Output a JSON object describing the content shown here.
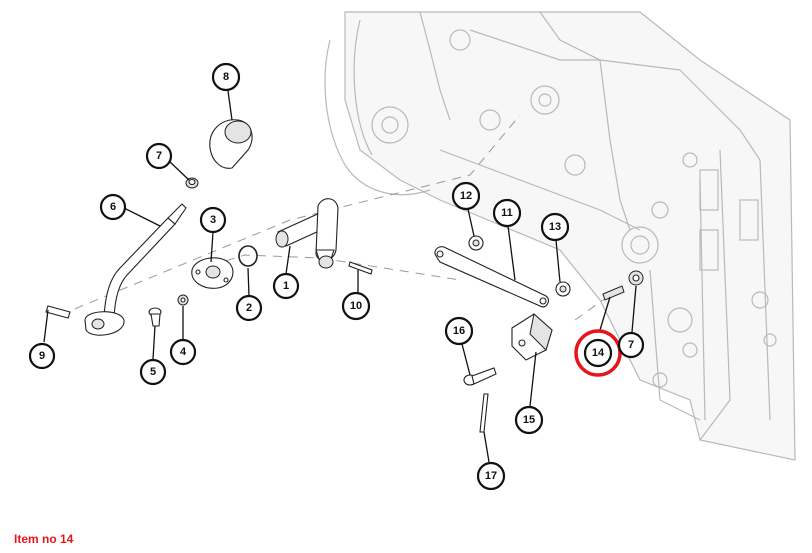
{
  "diagram": {
    "callouts": [
      {
        "id": "c8",
        "label": "8"
      },
      {
        "id": "c7a",
        "label": "7"
      },
      {
        "id": "c6",
        "label": "6"
      },
      {
        "id": "c3",
        "label": "3"
      },
      {
        "id": "c2",
        "label": "2"
      },
      {
        "id": "c1",
        "label": "1"
      },
      {
        "id": "c10",
        "label": "10"
      },
      {
        "id": "c9",
        "label": "9"
      },
      {
        "id": "c5",
        "label": "5"
      },
      {
        "id": "c4",
        "label": "4"
      },
      {
        "id": "c12",
        "label": "12"
      },
      {
        "id": "c11",
        "label": "11"
      },
      {
        "id": "c13",
        "label": "13"
      },
      {
        "id": "c16",
        "label": "16"
      },
      {
        "id": "c15",
        "label": "15"
      },
      {
        "id": "c17",
        "label": "17"
      },
      {
        "id": "c14",
        "label": "14"
      },
      {
        "id": "c7b",
        "label": "7"
      }
    ],
    "highlighted_item": "14",
    "highlight_color": "#e8141b"
  },
  "caption": {
    "text": "Item no 14",
    "color": "#e8141b"
  }
}
